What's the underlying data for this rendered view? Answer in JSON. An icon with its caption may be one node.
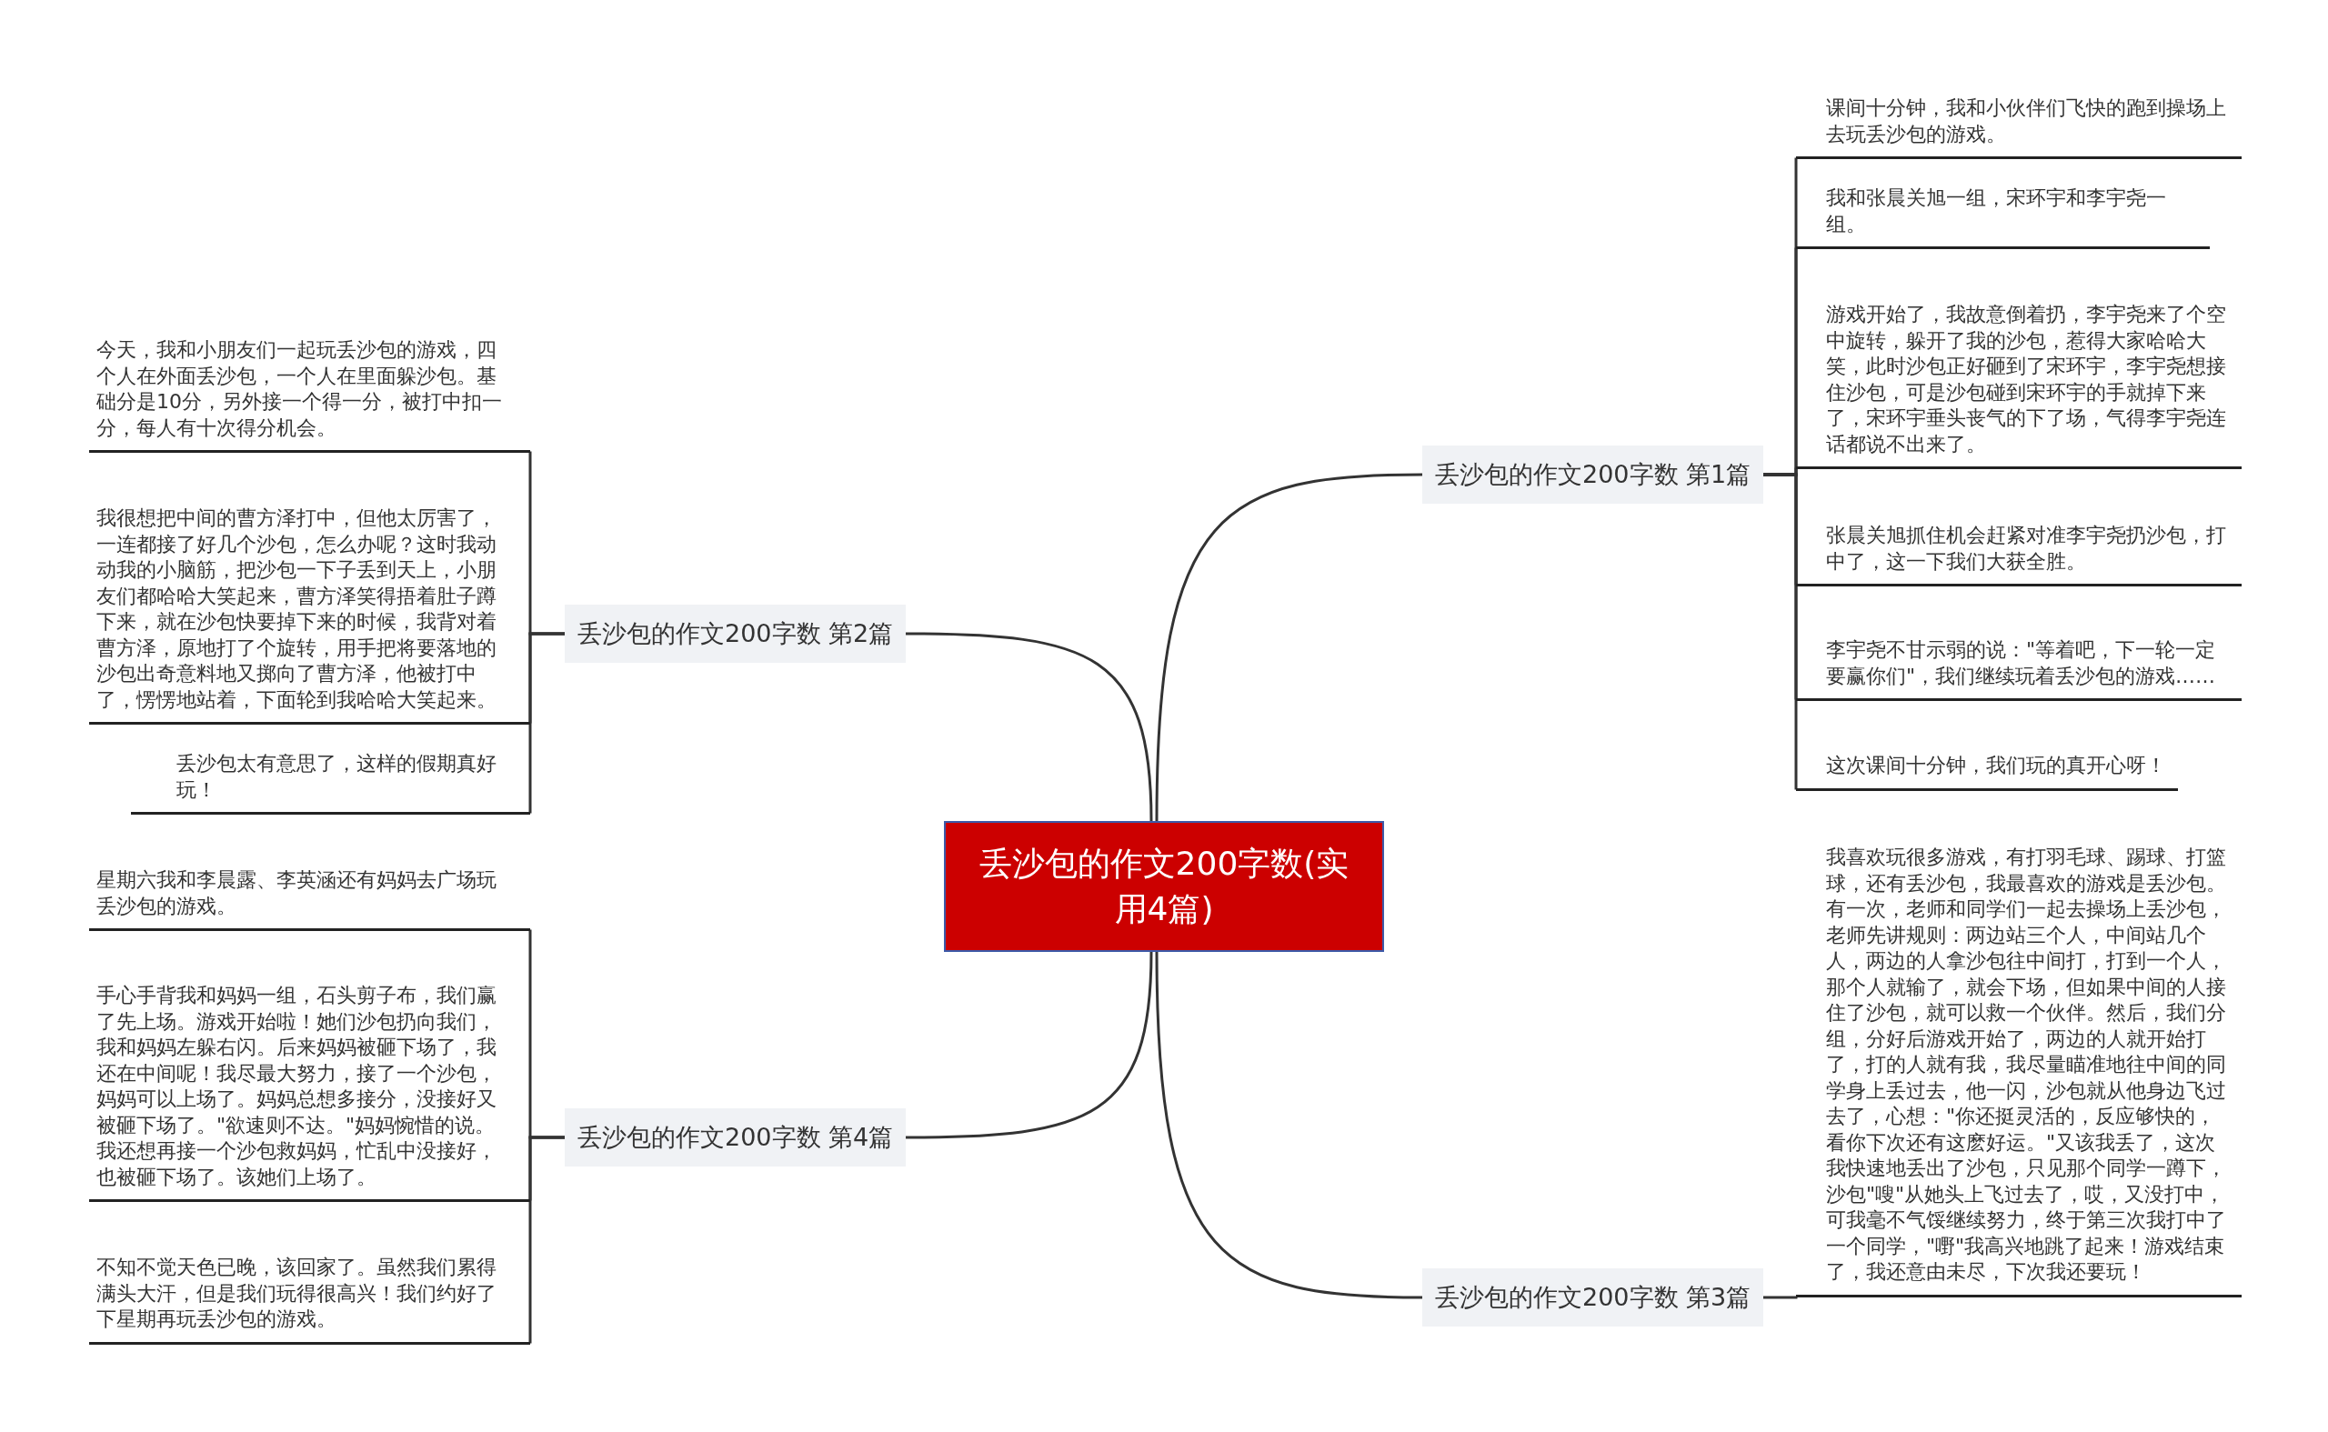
{
  "diagram": {
    "nodes": [
      {
        "text": [
          "丢沙包的作文200字数(实用4篇)"
        ]
      },
      {
        "text": [
          "丢沙包的作文200字数 第1篇"
        ]
      },
      {
        "text": [
          "课间十分钟，我和小伙伴们飞快的跑到操场上去玩丢沙包的游戏。"
        ]
      },
      {
        "text": [
          "我和张晨关旭一组，宋环宇和李宇尧一组。"
        ]
      },
      {
        "text": [
          "游戏开始了，我故意倒着扔，李宇尧来了个空中旋转，躲开了我的沙包，惹得大家哈哈大笑，此时沙包正好砸到了宋环宇，李宇尧想接住沙包，可是沙包碰到宋环宇的手就掉下来了，宋环宇垂头丧气的下了场，气得李宇尧连话都说不出来了。"
        ]
      },
      {
        "text": [
          "张晨关旭抓住机会赶紧对准李宇尧扔沙包，打中了，这一下我们大获全胜。"
        ]
      },
      {
        "text": [
          "李宇尧不甘示弱的说：\"等着吧，下一轮一定要赢你们\"，我们继续玩着丢沙包的游戏……"
        ]
      },
      {
        "text": [
          "这次课间十分钟，我们玩的真开心呀！"
        ]
      },
      {
        "text": [
          "丢沙包的作文200字数 第2篇"
        ]
      },
      {
        "text": [
          "今天，我和小朋友们一起玩丢沙包的游戏，四个人在外面丢沙包，一个人在里面躲沙包。基础分是10分，另外接一个得一分，被打中扣一分，每人有十次得分机会。"
        ]
      },
      {
        "text": [
          "我很想把中间的曹方泽打中，但他太厉害了，一连都接了好几个沙包，怎么办呢？这时我动动我的小脑筋，把沙包一下子丢到天上，小朋友们都哈哈大笑起来，曹方泽笑得捂着肚子蹲下来，就在沙包快要掉下来的时候，我背对着曹方泽，原地打了个旋转，用手把将要落地的沙包出奇意料地又掷向了曹方泽，他被打中了，愣愣地站着，下面轮到我哈哈大笑起来。"
        ]
      },
      {
        "text": [
          "丢沙包太有意思了，这样的假期真好玩！"
        ]
      },
      {
        "text": [
          "丢沙包的作文200字数 第4篇"
        ]
      },
      {
        "text": [
          "星期六我和李晨露、李英涵还有妈妈去广场玩丢沙包的游戏。"
        ]
      },
      {
        "text": [
          "手心手背我和妈妈一组，石头剪子布，我们赢了先上场。游戏开始啦！她们沙包扔向我们，我和妈妈左躲右闪。后来妈妈被砸下场了，我还在中间呢！我尽最大努力，接了一个沙包，妈妈可以上场了。妈妈总想多接分，没接好又被砸下场了。\"欲速则不达。\"妈妈惋惜的说。我还想再接一个沙包救妈妈，忙乱中没接好，也被砸下场了。该她们上场了。"
        ]
      },
      {
        "text": [
          "不知不觉天色已晚，该回家了。虽然我们累得满头大汗，但是我们玩得很高兴！我们约好了下星期再玩丢沙包的游戏。"
        ]
      },
      {
        "text": [
          "丢沙包的作文200字数 第3篇"
        ]
      },
      {
        "text": [
          "我喜欢玩很多游戏，有打羽毛球、踢球、打篮球，还有丢沙包，我最喜欢的游戏是丢沙包。有一次，老师和同学们一起去操场上丢沙包，老师先讲规则：两边站三个人，中间站几个人，两边的人拿沙包往中间打，打到一个人，那个人就输了，就会下场，但如果中间的人接住了沙包，就可以救一个伙伴。然后，我们分组，分好后游戏开始了，两边的人就开始打了，打的人就有我，我尽量瞄准地往中间的同学身上丢过去，他一闪，沙包就从他身边飞过去了，心想：\"你还挺灵活的，反应够快的，看你下次还有这麽好运。\"又该我丢了，这次我快速地丢出了沙包，只见那个同学一蹲下，沙包\"嗖\"从她头上飞过去了，哎，又没打中，可我毫不气馁继续努力，终于第三次我打中了一个同学，\"嘢\"我高兴地跳了起来！游戏结束了，我还意由未尽，下次我还要玩！"
        ]
      }
    ],
    "edges": [
      {
        "from": 0,
        "to": 1,
        "arrow": "none"
      },
      {
        "from": 1,
        "to": 2,
        "arrow": "none"
      },
      {
        "from": 1,
        "to": 3,
        "arrow": "none"
      },
      {
        "from": 1,
        "to": 4,
        "arrow": "none"
      },
      {
        "from": 1,
        "to": 5,
        "arrow": "none"
      },
      {
        "from": 1,
        "to": 6,
        "arrow": "none"
      },
      {
        "from": 1,
        "to": 7,
        "arrow": "none"
      },
      {
        "from": 0,
        "to": 8,
        "arrow": "none"
      },
      {
        "from": 8,
        "to": 9,
        "arrow": "none"
      },
      {
        "from": 8,
        "to": 10,
        "arrow": "none"
      },
      {
        "from": 8,
        "to": 11,
        "arrow": "none"
      },
      {
        "from": 0,
        "to": 12,
        "arrow": "none"
      },
      {
        "from": 12,
        "to": 13,
        "arrow": "none"
      },
      {
        "from": 12,
        "to": 14,
        "arrow": "none"
      },
      {
        "from": 12,
        "to": 15,
        "arrow": "none"
      },
      {
        "from": 0,
        "to": 16,
        "arrow": "none"
      },
      {
        "from": 16,
        "to": 17,
        "arrow": "none"
      }
    ]
  }
}
